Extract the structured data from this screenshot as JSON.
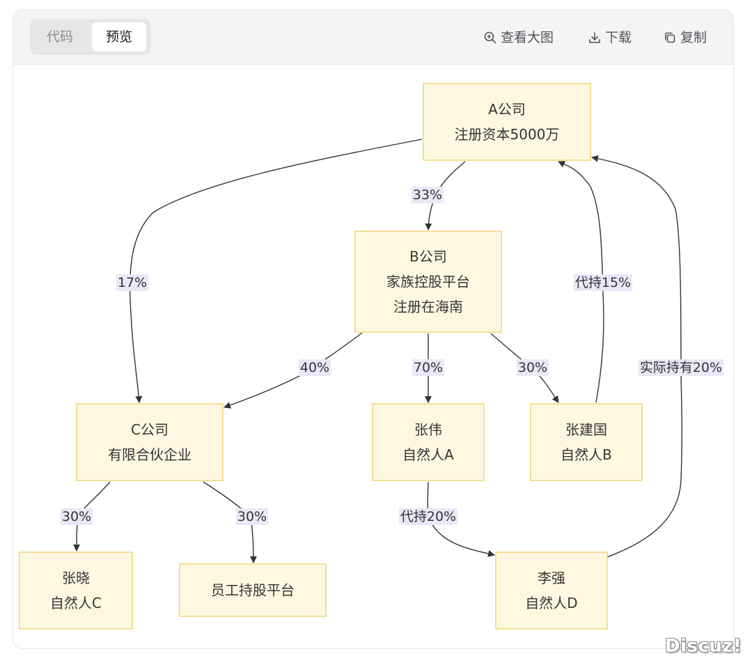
{
  "toolbar": {
    "tabs": [
      {
        "label": "代码"
      },
      {
        "label": "预览"
      }
    ],
    "actions": {
      "zoom": "查看大图",
      "download": "下载",
      "copy": "复制"
    },
    "icons": {
      "zoom": "zoom-in-icon",
      "download": "download-icon",
      "copy": "copy-icon"
    }
  },
  "diagram": {
    "nodes": [
      {
        "id": "A",
        "lines": [
          "A公司",
          "注册资本5000万"
        ]
      },
      {
        "id": "B",
        "lines": [
          "B公司",
          "家族控股平台",
          "注册在海南"
        ]
      },
      {
        "id": "C",
        "lines": [
          "C公司",
          "有限合伙企业"
        ]
      },
      {
        "id": "zw",
        "lines": [
          "张伟",
          "自然人A"
        ]
      },
      {
        "id": "zjg",
        "lines": [
          "张建国",
          "自然人B"
        ]
      },
      {
        "id": "zx",
        "lines": [
          "张晓",
          "自然人C"
        ]
      },
      {
        "id": "ygcg",
        "lines": [
          "员工持股平台"
        ]
      },
      {
        "id": "lq",
        "lines": [
          "李强",
          "自然人D"
        ]
      }
    ],
    "edges": [
      {
        "id": "A-B",
        "from": "A",
        "to": "B",
        "label": "33%"
      },
      {
        "id": "A-C",
        "from": "A",
        "to": "C",
        "label": "17%"
      },
      {
        "id": "zjg-A",
        "from": "zjg",
        "to": "A",
        "label": "代持15%"
      },
      {
        "id": "lq-A",
        "from": "lq",
        "to": "A",
        "label": "实际持有20%"
      },
      {
        "id": "B-C",
        "from": "B",
        "to": "C",
        "label": "40%"
      },
      {
        "id": "B-zw",
        "from": "B",
        "to": "zw",
        "label": "70%"
      },
      {
        "id": "B-zjg",
        "from": "B",
        "to": "zjg",
        "label": "30%"
      },
      {
        "id": "C-zx",
        "from": "C",
        "to": "zx",
        "label": "30%"
      },
      {
        "id": "C-ygcg",
        "from": "C",
        "to": "ygcg",
        "label": "30%"
      },
      {
        "id": "zw-lq",
        "from": "zw",
        "to": "lq",
        "label": "代持20%"
      }
    ]
  },
  "watermark": "Discuz!",
  "colors": {
    "node_fill": "#fff8e1",
    "node_stroke": "#f3d277",
    "edge": "#333333",
    "label_bg": "#e8e8f8",
    "toolbar_bg": "#f4f4f5"
  }
}
